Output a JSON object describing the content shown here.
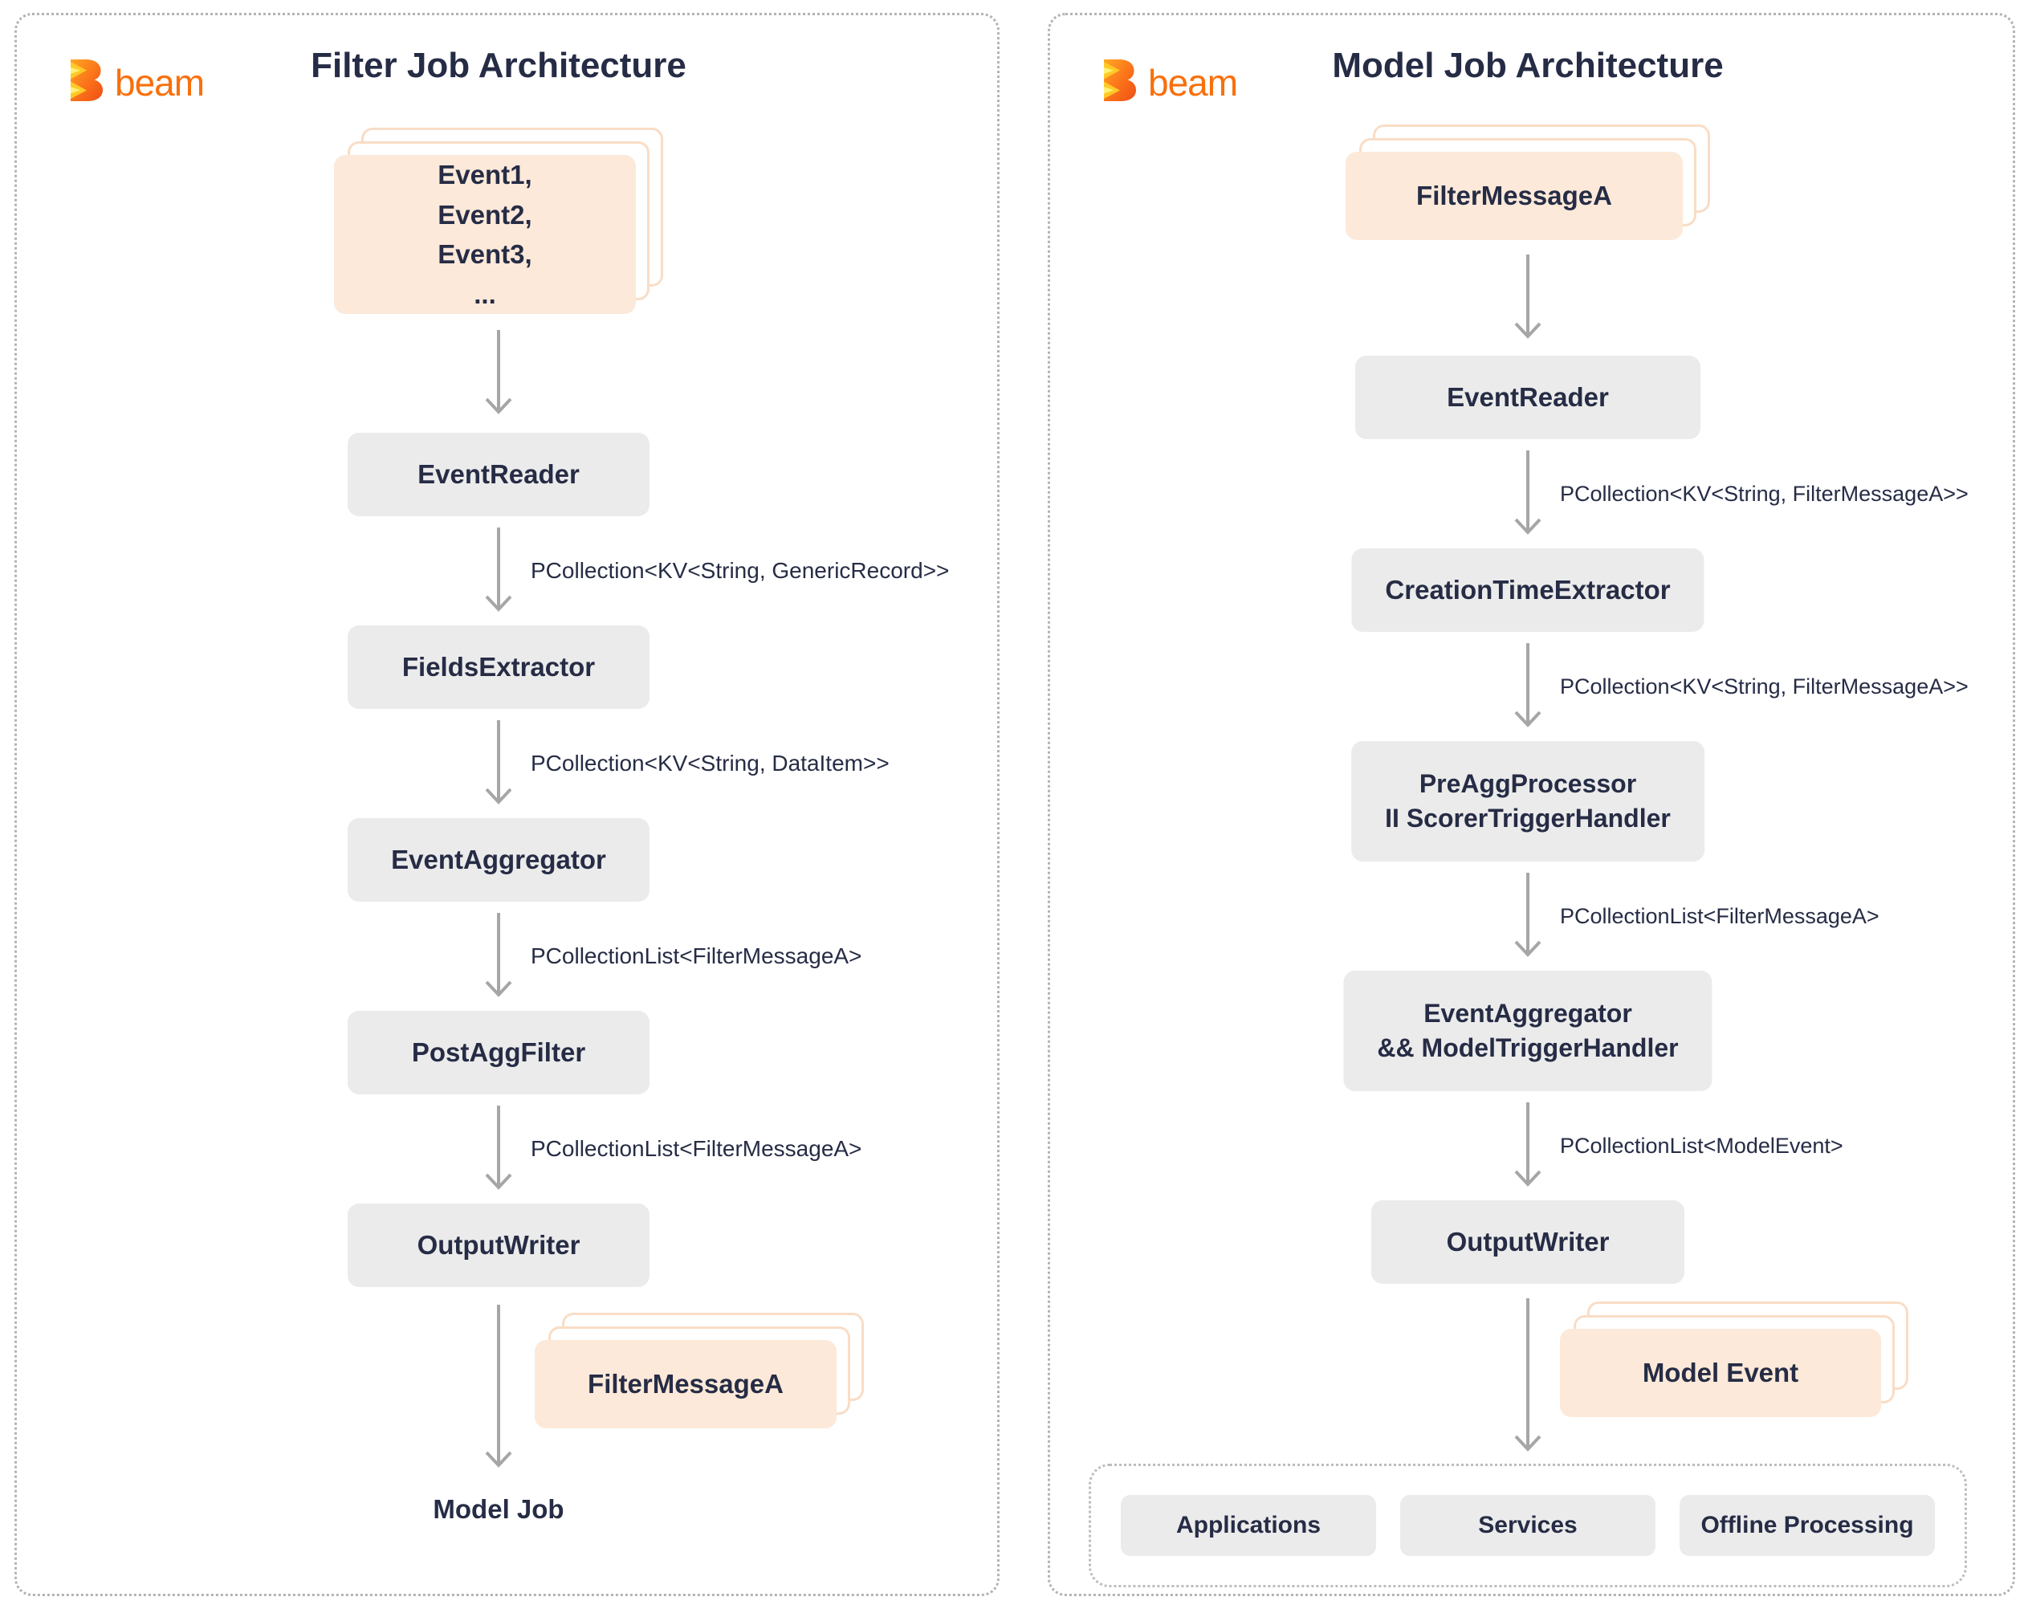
{
  "colors": {
    "navy": "#262c45",
    "orange": "#f8700d",
    "peach": "#fce9d9",
    "peach-border": "#f9ddc6",
    "graybox": "#ebebeb",
    "arrow": "#a6a6a6",
    "panel-border": "#b3b3b3"
  },
  "left_panel": {
    "logo_text": "beam",
    "title": "Filter Job Architecture",
    "source_stack": "Event1,\nEvent2,\nEvent3,\n...",
    "nodes": [
      "EventReader",
      "FieldsExtractor",
      "EventAggregator",
      "PostAggFilter",
      "OutputWriter"
    ],
    "edge_labels": [
      "PCollection<KV<String, GenericRecord>>",
      "PCollection<KV<String, DataItem>>",
      "PCollectionList<FilterMessageA>",
      "PCollectionList<FilterMessageA>"
    ],
    "output_stack": "FilterMessageA",
    "sink_label": "Model Job"
  },
  "right_panel": {
    "logo_text": "beam",
    "title": "Model Job Architecture",
    "source_stack": "FilterMessageA",
    "nodes": [
      "EventReader",
      "CreationTimeExtractor",
      "PreAggProcessor\nII ScorerTriggerHandler",
      "EventAggregator\n&& ModelTriggerHandler",
      "OutputWriter"
    ],
    "edge_labels": [
      "PCollection<KV<String, FilterMessageA>>",
      "PCollection<KV<String, FilterMessageA>>",
      "PCollectionList<FilterMessageA>",
      "PCollectionList<ModelEvent>"
    ],
    "output_stack": "Model Event",
    "consumers": [
      "Applications",
      "Services",
      "Offline Processing"
    ]
  }
}
